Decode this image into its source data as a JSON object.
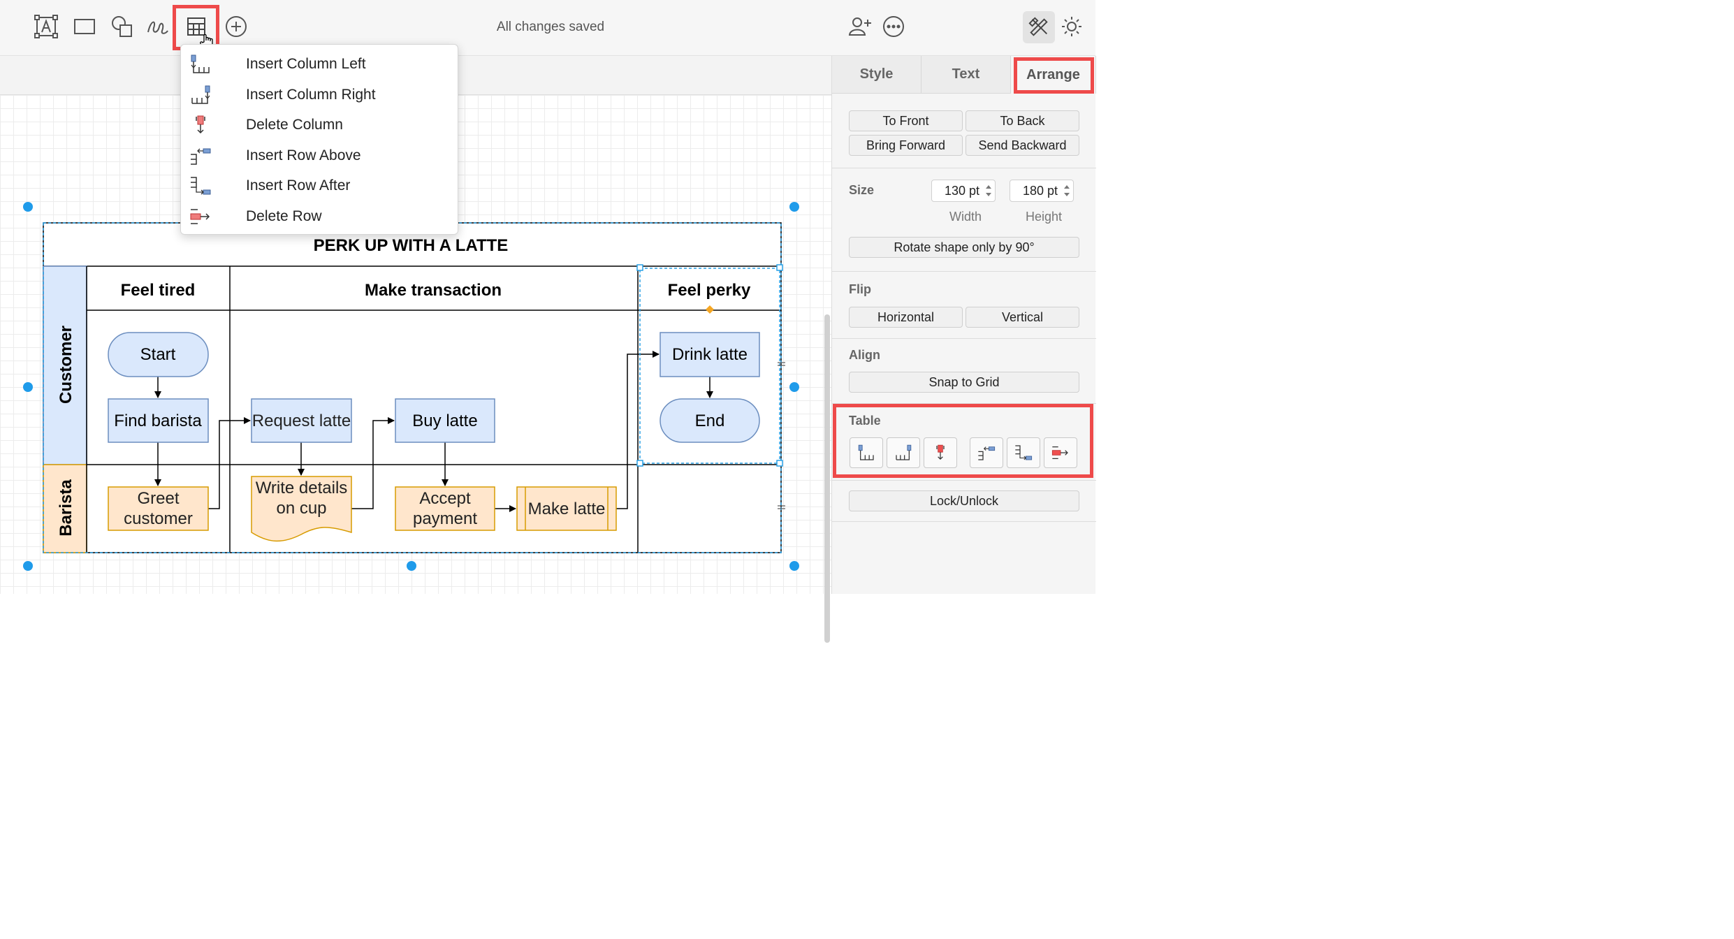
{
  "toolbar": {
    "tools": [
      "text-tool-icon",
      "rectangle-icon",
      "shapes-icon",
      "freehand-icon",
      "table-icon",
      "add-icon"
    ],
    "status": "All changes saved",
    "right_tools": [
      "share-user-icon",
      "more-icon",
      "format-panel-icon",
      "theme-icon"
    ]
  },
  "table_menu": {
    "items": [
      {
        "label": "Insert Column Left",
        "icon": "insert-column-left-icon"
      },
      {
        "label": "Insert Column Right",
        "icon": "insert-column-right-icon"
      },
      {
        "label": "Delete Column",
        "icon": "delete-column-icon"
      },
      {
        "label": "Insert Row Above",
        "icon": "insert-row-above-icon"
      },
      {
        "label": "Insert Row After",
        "icon": "insert-row-after-icon"
      },
      {
        "label": "Delete Row",
        "icon": "delete-row-icon"
      }
    ]
  },
  "diagram": {
    "title": "PERK UP WITH A LATTE",
    "lanes": [
      "Customer",
      "Barista"
    ],
    "phases": [
      "Feel tired",
      "Make transaction",
      "Feel perky"
    ],
    "nodes": {
      "start": "Start",
      "find_barista": "Find barista",
      "request_latte": "Request latte",
      "buy_latte": "Buy latte",
      "drink_latte": "Drink latte",
      "end": "End",
      "greet_customer": "Greet customer",
      "write_details": "Write details on cup",
      "accept_payment": "Accept payment",
      "make_latte": "Make latte"
    }
  },
  "panel": {
    "tabs": [
      "Style",
      "Text",
      "Arrange"
    ],
    "active_tab": "Arrange",
    "order_buttons": [
      "To Front",
      "To Back",
      "Bring Forward",
      "Send Backward"
    ],
    "size": {
      "label": "Size",
      "width": "130 pt",
      "height": "180 pt",
      "width_label": "Width",
      "height_label": "Height"
    },
    "rotate_button": "Rotate shape only by 90°",
    "flip": {
      "label": "Flip",
      "horizontal": "Horizontal",
      "vertical": "Vertical"
    },
    "align": {
      "label": "Align",
      "snap": "Snap to Grid"
    },
    "table": {
      "label": "Table",
      "buttons": [
        "insert-column-left-icon",
        "insert-column-right-icon",
        "delete-column-icon",
        "insert-row-above-icon",
        "insert-row-after-icon",
        "delete-row-icon"
      ]
    },
    "lock_button": "Lock/Unlock"
  },
  "colors": {
    "highlight": "#ee4a4a",
    "blue_fill": "#dae8fc",
    "blue_stroke": "#6c8ebf",
    "orange_fill": "#ffe6cc",
    "orange_stroke": "#d79b00",
    "selection": "#29a0e6"
  }
}
